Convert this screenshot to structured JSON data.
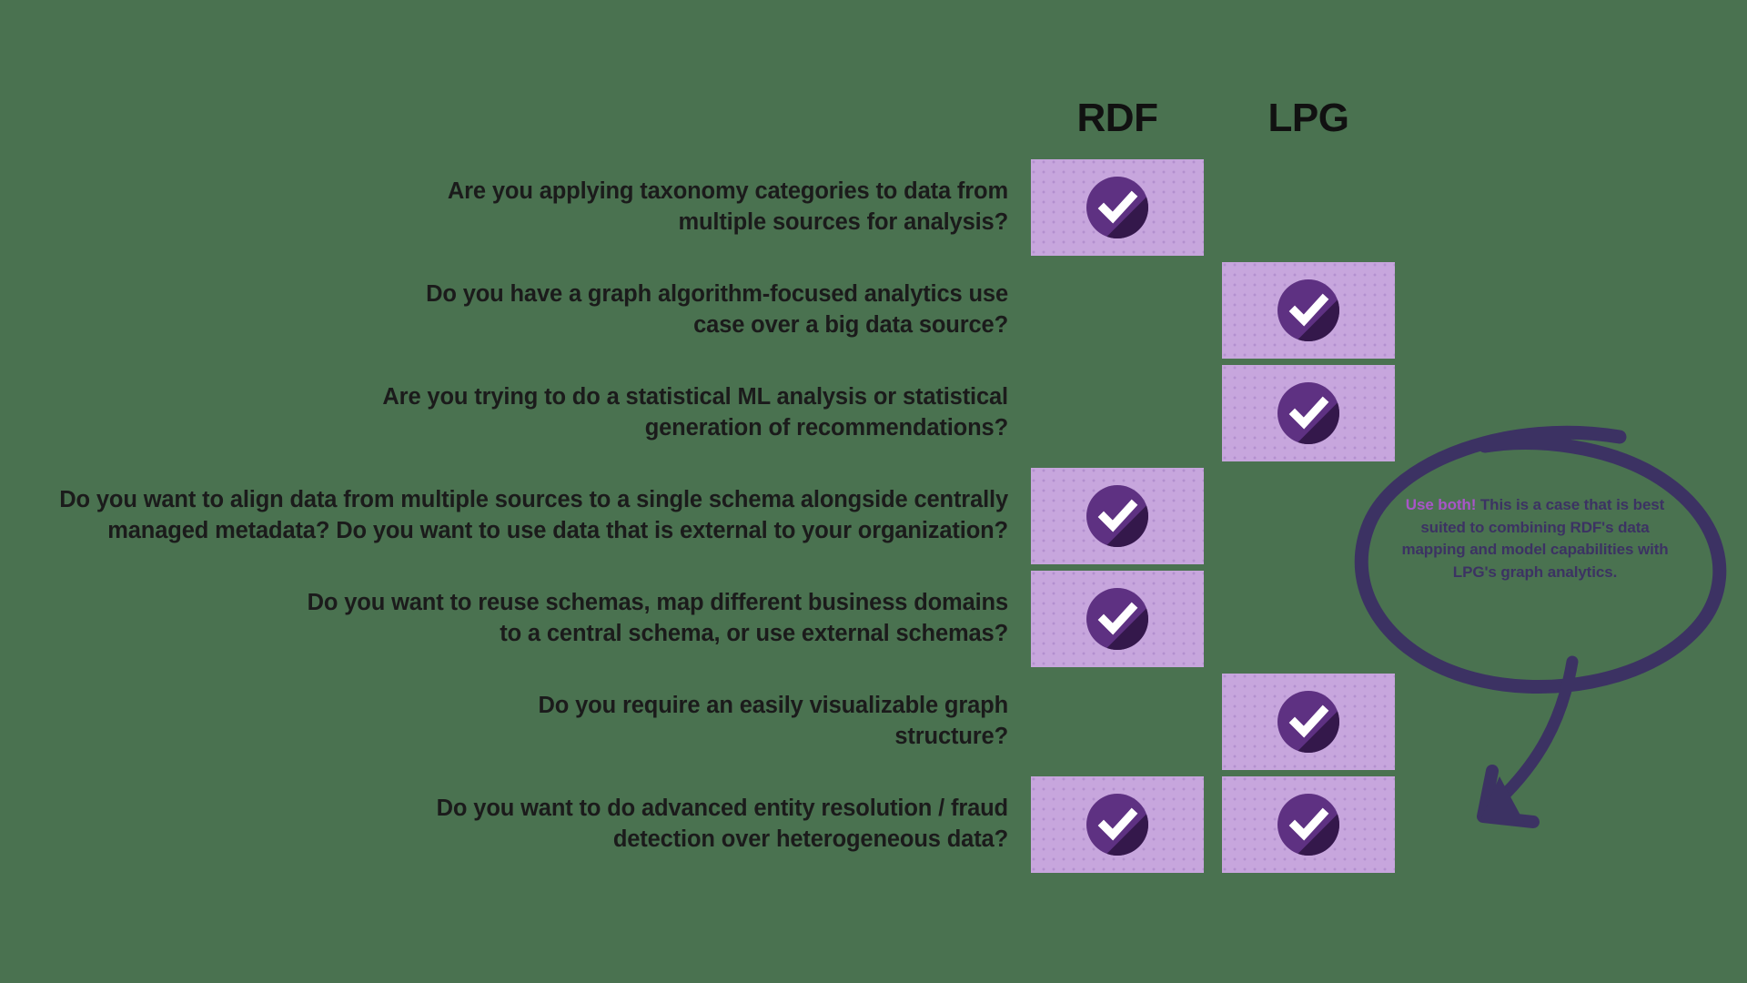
{
  "background_color": "#4a7250",
  "theme": {
    "cell_fill": "#c7a6dd",
    "badge_circle": "#5e3182",
    "badge_shadow": "#34184b",
    "check_mark": "#ffffff",
    "annotation_ink": "#3c3263",
    "annotation_highlight": "#a855c8",
    "text_color": "#1b1b1b"
  },
  "columns": [
    {
      "id": "rdf",
      "label": "RDF"
    },
    {
      "id": "lpg",
      "label": "LPG"
    }
  ],
  "rows": [
    {
      "question_line1": "Are you applying taxonomy categories to data from",
      "question_line2": "multiple sources for analysis?",
      "rdf": true,
      "lpg": false
    },
    {
      "question_line1": "Do you have a graph algorithm-focused analytics use",
      "question_line2": "case over a big data source?",
      "rdf": false,
      "lpg": true
    },
    {
      "question_line1": "Are you trying to do a statistical ML analysis or statistical",
      "question_line2": "generation of recommendations?",
      "rdf": false,
      "lpg": true
    },
    {
      "question_line1": "Do you want to align data from multiple sources to a single schema alongside centrally",
      "question_line2": "managed metadata? Do you want to use data that is external to your organization?",
      "rdf": true,
      "lpg": false
    },
    {
      "question_line1": "Do you want to reuse schemas, map different business domains",
      "question_line2": "to a central schema, or use external schemas?",
      "rdf": true,
      "lpg": false
    },
    {
      "question_line1": "Do you require an easily visualizable graph",
      "question_line2": "structure?",
      "rdf": false,
      "lpg": true
    },
    {
      "question_line1": "Do you want to do advanced entity resolution / fraud",
      "question_line2": "detection over heterogeneous data?",
      "rdf": true,
      "lpg": true
    }
  ],
  "annotation": {
    "highlight": "Use both!",
    "body": " This is a case that is best suited to combining RDF's data mapping and model capabilities with LPG's graph analytics.",
    "icon": "hand-drawn-ellipse-with-arrow"
  },
  "icons": {
    "check": "check-circle-icon"
  }
}
